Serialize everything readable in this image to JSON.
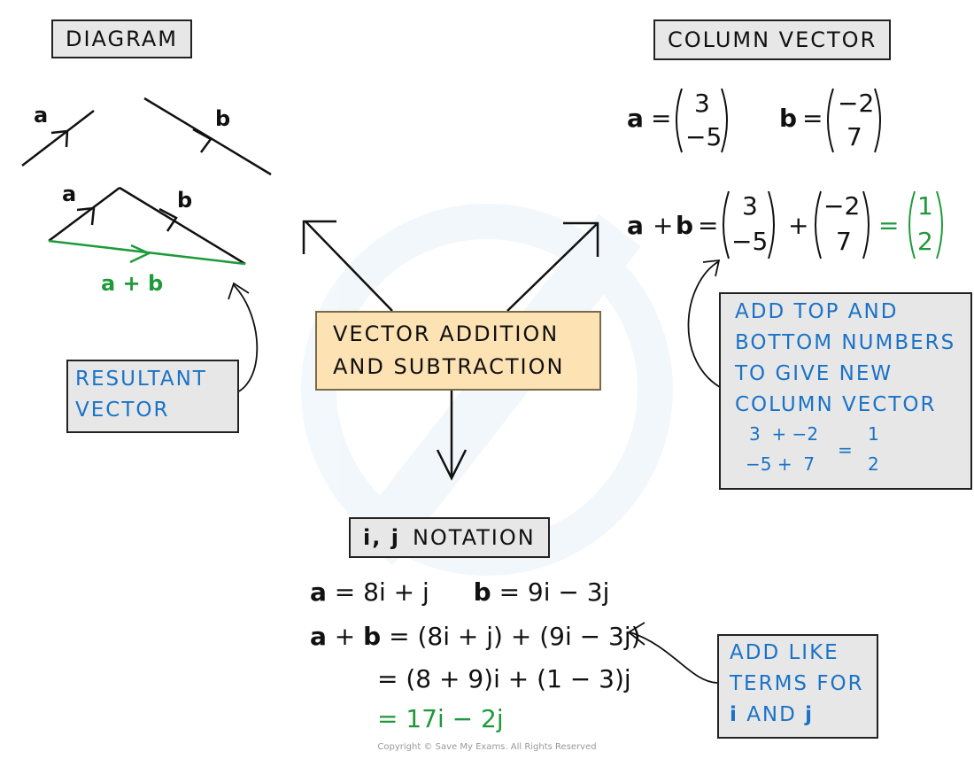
{
  "headings": {
    "diagram": "DIAGRAM",
    "column_vector": "COLUMN VECTOR",
    "ij_notation_ij": "i, j",
    "ij_notation_word": "NOTATION",
    "center_line1": "VECTOR ADDITION",
    "center_line2": "AND SUBTRACTION"
  },
  "diagram": {
    "label_a": "a",
    "label_b": "b",
    "label_a2": "a",
    "label_b2": "b",
    "resultant": "a + b",
    "tag_line1": "RESULTANT",
    "tag_line2": "VECTOR"
  },
  "column": {
    "a_name": "a",
    "a_top": "3",
    "a_bottom": "−5",
    "b_name": "b",
    "b_top": "−2",
    "b_bottom": "7",
    "sum_lhs_a": "a",
    "sum_plus": "+",
    "sum_lhs_b": "b",
    "eq": "=",
    "r_top": "1",
    "r_bottom": "2",
    "tag_lines": [
      "ADD TOP AND",
      "BOTTOM NUMBERS",
      "TO GIVE NEW",
      "COLUMN VECTOR"
    ],
    "tag_calc_top": "3  + −2",
    "tag_calc_bottom": "−5 +  7",
    "tag_res_top": "1",
    "tag_res_bottom": "2"
  },
  "ij": {
    "line1_a": "a",
    "line1_a_rhs": " = 8i + j",
    "line1_b": "b",
    "line1_b_rhs": " = 9i − 3j",
    "line2_a": "a",
    "line2_plus": " + ",
    "line2_b": "b",
    "line2_rhs": " = (8i + j) + (9i − 3j)",
    "line3": "= (8 + 9)i + (1 − 3)j",
    "line4": "= 17i − 2j",
    "tag_line1": "ADD LIKE",
    "tag_line2": "TERMS FOR",
    "tag_i": "i",
    "tag_and": " AND ",
    "tag_j": "j"
  },
  "footer": {
    "copyright": "Copyright © Save My Exams. All Rights Reserved"
  },
  "colors": {
    "green": "#1e9a3a",
    "blue": "#1a73c8",
    "center_fill": "#fde2b4",
    "box_fill": "#e7e7e7"
  }
}
